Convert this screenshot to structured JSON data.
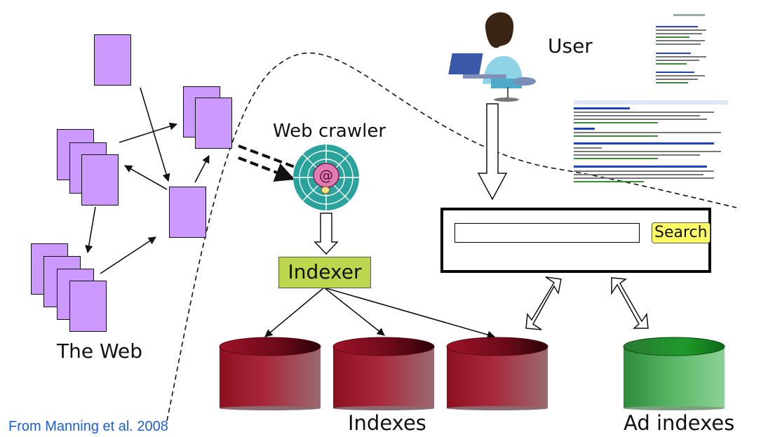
{
  "labels": {
    "user": "User",
    "web_crawler": "Web crawler",
    "indexer": "Indexer",
    "the_web": "The Web",
    "indexes": "Indexes",
    "ad_indexes": "Ad indexes",
    "search_button": "Search",
    "source": "From Manning et al. 2008"
  },
  "search_input": {
    "value": ""
  },
  "colors": {
    "web_page": "#cc99ff",
    "indexer": "#bcd64e",
    "search_button": "#ffff66",
    "index_db": "#a01c2c",
    "ad_db": "#3fa34d",
    "source_text": "#1f5fd6"
  }
}
